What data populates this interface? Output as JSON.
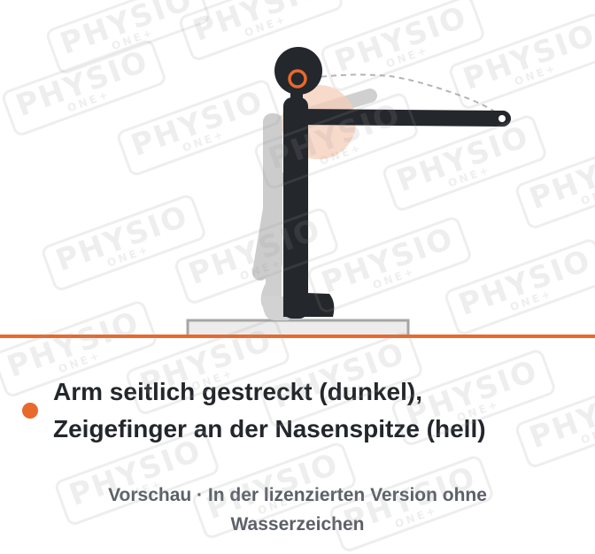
{
  "caption": {
    "line1": "Arm seitlich gestreckt (dunkel),",
    "line2": "Zeigefinger an der Nasenspitze (hell)"
  },
  "footer": {
    "line1": "Vorschau · In der lizenzierten Version ohne",
    "line2": "Wasserzeichen"
  },
  "watermark": {
    "main": "PHYSIO",
    "sub": "ONE+"
  },
  "colors": {
    "accent": "#e9682b",
    "figure_dark": "#24272b",
    "figure_light": "#c8c8c8",
    "text_dark": "#23262b",
    "text_muted": "#5c6068"
  },
  "icons": {
    "bullet": "orange-dot-icon",
    "nose_marker": "orange-ring-icon"
  }
}
